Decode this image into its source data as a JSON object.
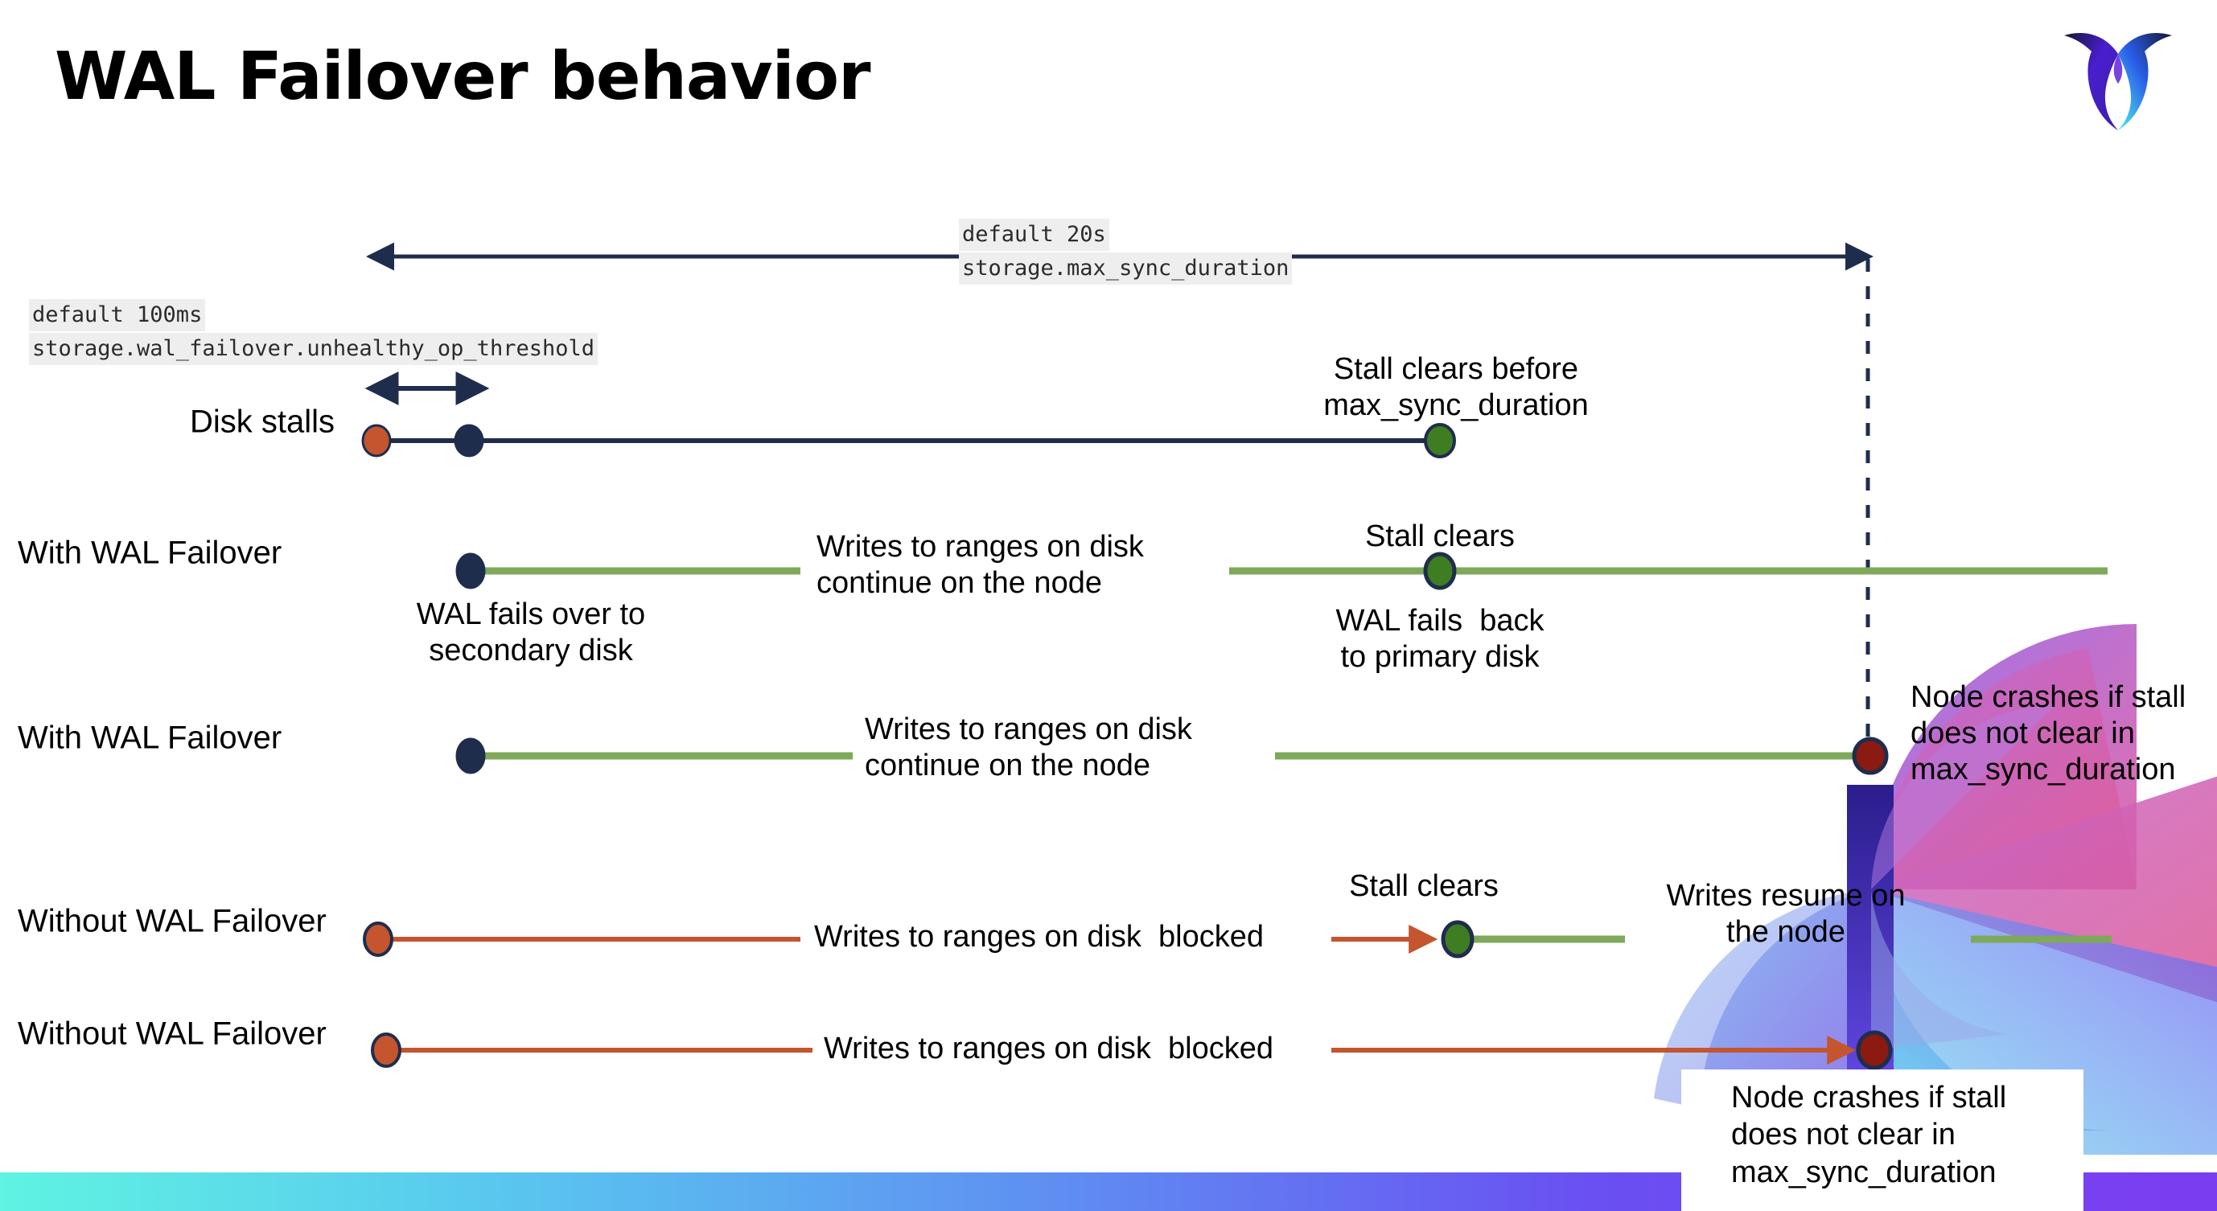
{
  "slide": {
    "title": "WAL Failover behavior",
    "background_color": "#ffffff",
    "bottom_bar_gradient_from": "#5ff3e2",
    "bottom_bar_gradient_to": "#7b3df0"
  },
  "logo": {
    "name": "cockroachdb-logo"
  },
  "colors": {
    "navy": "#1f2d4d",
    "green_line": "#79a css",
    "green": "#7fa95a",
    "green_dot": "#3f7d22",
    "orange": "#c4552e",
    "orange_dot": "#c4552e",
    "dark_red": "#8b1a11",
    "code_bg": "#eeeeee",
    "text": "#000000"
  },
  "settings": {
    "max_sync": {
      "default_label": "default 20s",
      "setting_name": "storage.max_sync_duration"
    },
    "unhealthy_threshold": {
      "default_label": "default 100ms",
      "setting_name": "storage.wal_failover.unhealthy_op_threshold"
    }
  },
  "rows": [
    {
      "id": "disk-stalls",
      "label": "Disk stalls",
      "annotations": [
        "Stall clears before\nmax_sync_duration"
      ]
    },
    {
      "id": "with-wal-failover-clears",
      "label": "With WAL Failover",
      "annotations": [
        "Writes to ranges on disk\ncontinue on the node",
        "Stall clears",
        "WAL fails over to\nsecondary disk",
        "WAL fails  back\nto primary disk"
      ]
    },
    {
      "id": "with-wal-failover-crash",
      "label": "With WAL Failover",
      "annotations": [
        "Writes to ranges on disk\ncontinue on the node",
        "Node crashes if stall\ndoes not clear in\nmax_sync_duration"
      ]
    },
    {
      "id": "without-wal-failover-clears",
      "label": "Without WAL Failover",
      "annotations": [
        "Writes to ranges on disk  blocked",
        "Stall clears",
        "Writes resume on\nthe node"
      ]
    },
    {
      "id": "without-wal-failover-crash",
      "label": "Without WAL Failover",
      "annotations": [
        "Writes to ranges on disk  blocked",
        "Node crashes if stall\ndoes not clear in\nmax_sync_duration"
      ]
    }
  ],
  "labels": {
    "disk_stalls": "Disk stalls",
    "with_wal_1": "With WAL Failover",
    "with_wal_2": "With WAL Failover",
    "without_wal_1": "Without WAL Failover",
    "without_wal_2": "Without WAL Failover",
    "stall_clears_before": "Stall clears before\nmax_sync_duration",
    "writes_continue_1": "Writes to ranges on disk\ncontinue on the node",
    "writes_continue_2": "Writes to ranges on disk\ncontinue on the node",
    "stall_clears_row2": "Stall clears",
    "wal_fails_over": "WAL fails over to\nsecondary disk",
    "wal_fails_back": "WAL fails  back\nto primary disk",
    "node_crashes_row3": "Node crashes if stall\ndoes not clear in\nmax_sync_duration",
    "writes_blocked_1": "Writes to ranges on disk  blocked",
    "writes_blocked_2": "Writes to ranges on disk  blocked",
    "stall_clears_row4": "Stall clears",
    "writes_resume": "Writes resume on\nthe node",
    "node_crashes_row5": "Node crashes if stall\ndoes not clear in\nmax_sync_duration"
  }
}
